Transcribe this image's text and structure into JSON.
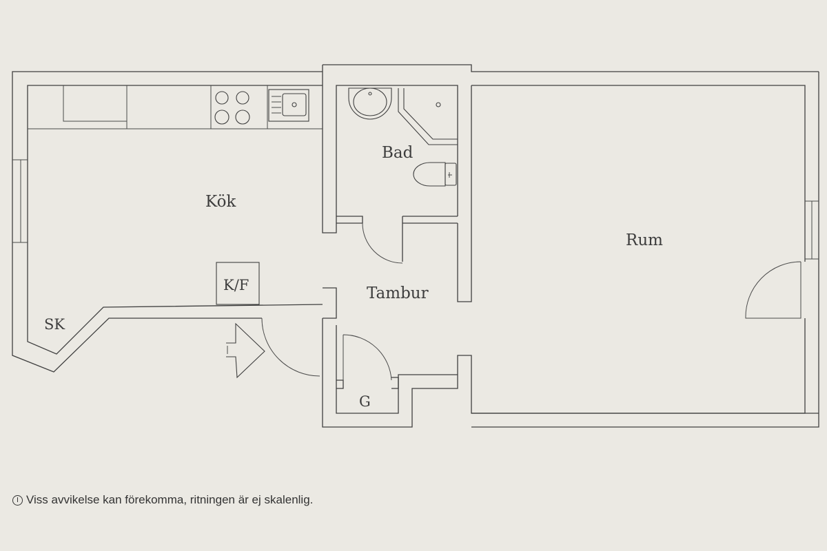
{
  "rooms": {
    "kitchen": "Kök",
    "bathroom": "Bad",
    "room": "Rum",
    "vestibule": "Tambur",
    "fridge_freezer": "K/F",
    "closet": "SK",
    "wardrobe": "G"
  },
  "footer": {
    "icon": "info-icon",
    "disclaimer": "Viss avvikelse kan förekomma, ritningen är ej skalenlig."
  },
  "colors": {
    "background": "#ebe9e3",
    "line": "#3f3f3f"
  }
}
